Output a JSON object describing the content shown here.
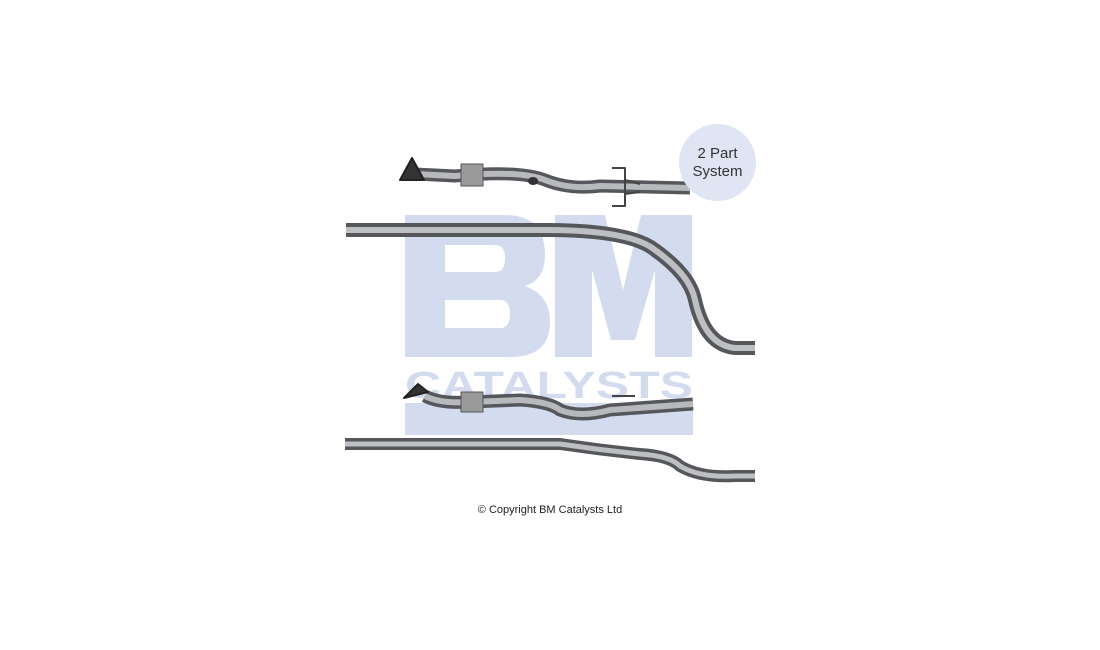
{
  "watermark": {
    "brand": "BM",
    "subtitle": "CATALYSTS",
    "color": "#d3dcef"
  },
  "badge": {
    "line1": "2 Part",
    "line2": "System",
    "color": "#dfe5f3"
  },
  "copyright": "© Copyright BM Catalysts Ltd",
  "pipe_color": "#8a8c90"
}
